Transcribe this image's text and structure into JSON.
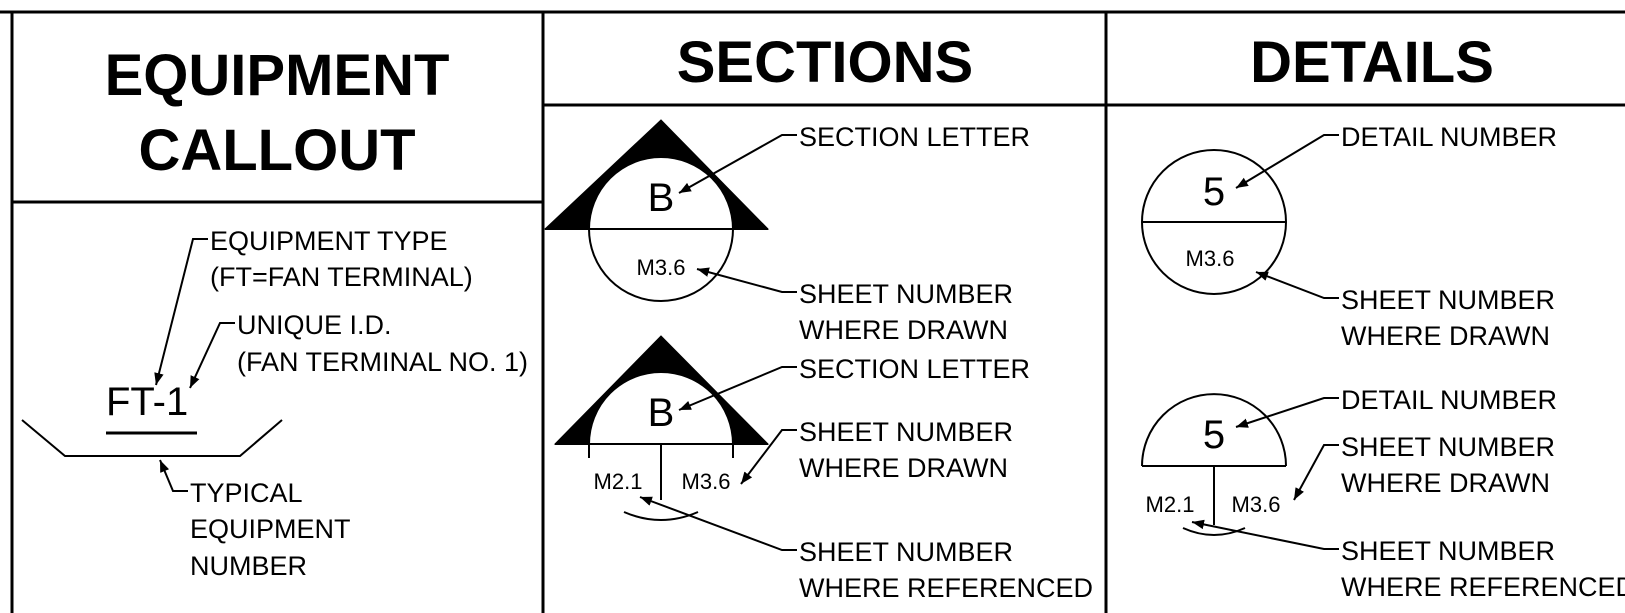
{
  "headers": {
    "equipment_line1": "EQUIPMENT",
    "equipment_line2": "CALLOUT",
    "sections": "SECTIONS",
    "details": "DETAILS"
  },
  "equipment": {
    "tag": "FT-1",
    "type_line1": "EQUIPMENT TYPE",
    "type_line2": "(FT=FAN TERMINAL)",
    "id_line1": "UNIQUE I.D.",
    "id_line2": "(FAN TERMINAL NO. 1)",
    "typical_line1": "TYPICAL",
    "typical_line2": "EQUIPMENT",
    "typical_line3": "NUMBER"
  },
  "sections": {
    "letter": "B",
    "sheet_drawn": "M3.6",
    "sheet_referenced": "M2.1",
    "label_section_letter": "SECTION LETTER",
    "label_sheet_number": "SHEET NUMBER",
    "label_where_drawn": "WHERE DRAWN",
    "label_where_referenced": "WHERE REFERENCED"
  },
  "details": {
    "number": "5",
    "sheet_drawn": "M3.6",
    "sheet_referenced": "M2.1",
    "label_detail_number": "DETAIL NUMBER",
    "label_sheet_number": "SHEET NUMBER",
    "label_where_drawn": "WHERE DRAWN",
    "label_where_referenced": "WHERE REFERENCED"
  }
}
